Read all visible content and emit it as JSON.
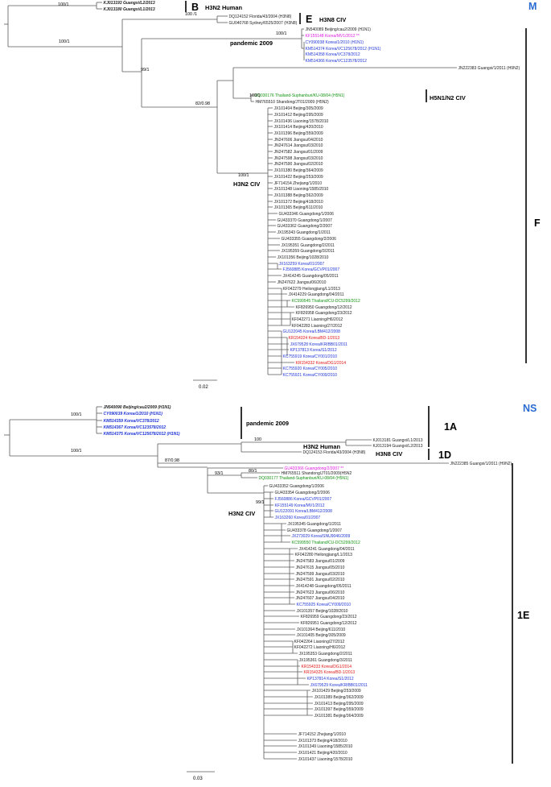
{
  "colors": {
    "black": "#222222",
    "blue": "#1f35d6",
    "magenta": "#e01be0",
    "green": "#139413",
    "red": "#e01414",
    "panel": "#2a6bd1"
  },
  "m": {
    "panel_label": "M",
    "scale_label": "0.02",
    "support": [
      "100/1",
      "100 /1",
      "100/1",
      "100/1",
      "99/1",
      "100/1",
      "82/0.98",
      "100/1"
    ],
    "clades": {
      "b_letter": "B",
      "b_name": "H3N2 Human",
      "e_letter": "E",
      "e_name": "H3N8 CIV",
      "f_letter": "F",
      "pandemic": "pandemic 2009",
      "h5n1": "H5N1/N2 CIV",
      "h3n2civ": "H3N2 CIV"
    },
    "leaves": [
      {
        "t": "KJ013193 Guangxi/L2/2013",
        "c": "black",
        "b": true
      },
      {
        "t": "KJ013180 Guangxi/L1/2013",
        "c": "black",
        "b": true
      },
      {
        "t": "DQ124152 Florida/43/2004 (H3N8)",
        "c": "black"
      },
      {
        "t": "GU040768 Sydney/6525/2007 (H3N8)",
        "c": "black"
      },
      {
        "t": "JN540089 Beijing/cau2/2009 (H1N1)",
        "c": "black"
      },
      {
        "t": "KF155148 Korea/MV1/2012 **",
        "c": "magenta"
      },
      {
        "t": "CY090038 Korea/1/2010 (H1N1)",
        "c": "blue"
      },
      {
        "t": "KM514374 Korea/VC125678/2012 (H1N1)",
        "c": "blue"
      },
      {
        "t": "KM514358 Korea/VC378/2012",
        "c": "blue"
      },
      {
        "t": "KM514366 Korea/VC123578/2012",
        "c": "blue"
      },
      {
        "t": "JN222383 Guangxi/1/2011 (H9N2)",
        "c": "black"
      },
      {
        "t": "DQ030176 Thailand-Suphanburi/KU-08/04 (H5N1)",
        "c": "green"
      },
      {
        "t": "HM765510 Shandong/JT01/2009 (H5N2)",
        "c": "black"
      },
      {
        "t": "JX101404 Beijing/305/2009",
        "c": "black"
      },
      {
        "t": "JX101412 Beijing/295/2009",
        "c": "black"
      },
      {
        "t": "JX101436 Liaoning/1578/2010",
        "c": "black"
      },
      {
        "t": "JX101414 Beijing/420/2010",
        "c": "black"
      },
      {
        "t": "JX101396 Beijing/359/2009",
        "c": "black"
      },
      {
        "t": "JN247606 Jiangsu/04/2010",
        "c": "black"
      },
      {
        "t": "JN247614 Jiangsu/03/2010",
        "c": "black"
      },
      {
        "t": "JN247582 Jiangsu/01/2009",
        "c": "black"
      },
      {
        "t": "JN247598 Jiangsu/03/2010",
        "c": "black"
      },
      {
        "t": "JN247590 Jiangsu/02/2010",
        "c": "black"
      },
      {
        "t": "JX101380 Beijing/364/2009",
        "c": "black"
      },
      {
        "t": "JX101422 Beijing/253/2009",
        "c": "black"
      },
      {
        "t": "JF714154 Zhejiang/1/2010",
        "c": "black"
      },
      {
        "t": "JX101348 Liaoning/1585/2010",
        "c": "black"
      },
      {
        "t": "JX101388 Beijing/362/2009",
        "c": "black"
      },
      {
        "t": "JX101372 Beijing/418/2010",
        "c": "black"
      },
      {
        "t": "JX101365 Beijing/611/2010",
        "c": "black"
      },
      {
        "t": "GU433346 Guangdong/1/2006",
        "c": "black"
      },
      {
        "t": "GU433370 Guangdong/1/2007",
        "c": "black"
      },
      {
        "t": "GU433362 Guangdong/2/2007",
        "c": "black"
      },
      {
        "t": "JX195343 Guangdong/1/2011",
        "c": "black"
      },
      {
        "t": "GU433355 Guangdong/2/2006",
        "c": "black"
      },
      {
        "t": "JX195351 Guangdong/2/2011",
        "c": "black"
      },
      {
        "t": "JX195359 Guangdong/3/2011",
        "c": "black"
      },
      {
        "t": "JX101356 Beijing/1028/2010",
        "c": "black"
      },
      {
        "t": "JX163259 Korea/01/2007",
        "c": "blue"
      },
      {
        "t": "FJ560885 Korea/GCVP01/2007",
        "c": "blue"
      },
      {
        "t": "JX414245 Guangdong/05/2011",
        "c": "black"
      },
      {
        "t": "JN247622 Jiangsu/06/2010",
        "c": "black"
      },
      {
        "t": "KF042279 Heilongjiang/L1/2013",
        "c": "black"
      },
      {
        "t": "JX414229 Guangdong/04/2011",
        "c": "black"
      },
      {
        "t": "KC599545 Thailand/CU-DC5299/2012",
        "c": "green"
      },
      {
        "t": "KF826950 Guangdong/12/2012",
        "c": "black"
      },
      {
        "t": "KF826958 Guangdong/23/2012",
        "c": "black"
      },
      {
        "t": "KF042271 Liaoning/H6/2012",
        "c": "black"
      },
      {
        "t": "KF042283 Liaoning/27/2012",
        "c": "black"
      },
      {
        "t": "GU122045 Korea/LBM412/2008",
        "c": "blue"
      },
      {
        "t": "KR154324 Korea/BD-1/2013",
        "c": "red"
      },
      {
        "t": "JX679528 Korea/KRIBB01/2011",
        "c": "blue"
      },
      {
        "t": "KP137813 Korea/S1/2012",
        "c": "blue"
      },
      {
        "t": "KC755919 Korea/CY001/2010",
        "c": "blue"
      },
      {
        "t": "KR154332 Korea/DG1/2014",
        "c": "red"
      },
      {
        "t": "KC755920 Korea/CY005/2010",
        "c": "blue"
      },
      {
        "t": "KC755921 Korea/CY009/2010",
        "c": "blue"
      }
    ]
  },
  "ns": {
    "panel_label": "NS",
    "scale_label": "0.03",
    "support": [
      "100/1",
      "100/1",
      "100",
      "87/0.98",
      "93/1",
      "80/1",
      "99/1"
    ],
    "clades": {
      "a_label": "1A",
      "d_label": "1D",
      "e_label": "1E",
      "pandemic": "pandemic 2009",
      "h3n2human": "H3N2 Human",
      "h3n8": "H3N8 CIV",
      "h3n2civ": "H3N2 CIV"
    },
    "leaves": [
      {
        "t": "JN540090 Beijing/cau2/2009 (H1N1)",
        "c": "black",
        "b": true
      },
      {
        "t": "CY090039 Korea/1/2010 (H1N1)",
        "c": "blue",
        "b": true
      },
      {
        "t": "KM514359 Korea/VC378/2012",
        "c": "blue",
        "b": true
      },
      {
        "t": "KM514367 Korea/VC123578/2012",
        "c": "blue",
        "b": true
      },
      {
        "t": "KM514375 Korea/VC125678/2012 (H1N1)",
        "c": "blue",
        "b": true
      },
      {
        "t": "KJ013181 Guangxi/L1/2013",
        "c": "black"
      },
      {
        "t": "KJ013194 Guangxi/L2/2013",
        "c": "black"
      },
      {
        "t": "DQ124153 Florida/43/2004 (H3N8)",
        "c": "black"
      },
      {
        "t": "JN222385 Guangxi/1/2011 (H9N2)",
        "c": "black"
      },
      {
        "t": "GU433366 Guangdong/2/2007 **",
        "c": "magenta"
      },
      {
        "t": "HM765511 Shandong/JT01/2009(H5N2",
        "c": "black"
      },
      {
        "t": "DQ030177 Thailand-Suphanburi/KU-08/04 (H5N1)",
        "c": "green"
      },
      {
        "t": "GU433352 Guangdong/1/2006",
        "c": "black"
      },
      {
        "t": "GU433354 Guangdong/2/2006",
        "c": "black"
      },
      {
        "t": "FJ560886 Korea/GCVP01/2007",
        "c": "blue"
      },
      {
        "t": "KF155149 Korea/MV1/2012",
        "c": "blue"
      },
      {
        "t": "GU122091 Korea/LBM412/2008",
        "c": "blue"
      },
      {
        "t": "JX163260 Korea/01/2007",
        "c": "blue"
      },
      {
        "t": "JX195345 Guangdong/1/2011",
        "c": "black"
      },
      {
        "t": "GU433378 Guangdong/1/2007",
        "c": "black"
      },
      {
        "t": "JX273029 Korea/SNU9046/2009",
        "c": "blue"
      },
      {
        "t": "KC599550 Thailand/CU-DC5299/2012",
        "c": "green"
      },
      {
        "t": "JX414241 Guangdong/04/2011",
        "c": "black"
      },
      {
        "t": "KF042280 Heilongjiang/L1/2013",
        "c": "black"
      },
      {
        "t": "JN247583 Jiangsu/01/2009",
        "c": "black"
      },
      {
        "t": "JN247615 Jiangsu/05/2010",
        "c": "black"
      },
      {
        "t": "JN247599 Jiangsu/03/2010",
        "c": "black"
      },
      {
        "t": "JN247591 Jiangsu/02/2010",
        "c": "black"
      },
      {
        "t": "JX414248 Guangdong/05/2011",
        "c": "black"
      },
      {
        "t": "JN247623 Jiangsu/06/2010",
        "c": "black"
      },
      {
        "t": "JN247607 Jiangsu/04/2010",
        "c": "black"
      },
      {
        "t": "KC755925 Korea/CY009/2010",
        "c": "blue"
      },
      {
        "t": "JX101357 Beijing/1028/2010",
        "c": "black"
      },
      {
        "t": "KF826959 Guangdong/23/2012",
        "c": "black"
      },
      {
        "t": "KF826951 Guangdong/12/2012",
        "c": "black"
      },
      {
        "t": "JX101364 Beijing/611/2010",
        "c": "black"
      },
      {
        "t": "JX101405 Beijing/305/2009",
        "c": "black"
      },
      {
        "t": "KF042264 Liaoning/27/2012",
        "c": "black"
      },
      {
        "t": "KF042272 Liaoning/H6/2012",
        "c": "black"
      },
      {
        "t": "JX195353 Guangdong/2/2011",
        "c": "black"
      },
      {
        "t": "JX195361 Guangdong/3/2011",
        "c": "black"
      },
      {
        "t": "KR154333 Korea/DG1/2014",
        "c": "red"
      },
      {
        "t": "KR154325 Korea/BD-1/2013",
        "c": "red"
      },
      {
        "t": "KP137814 Korea/S1/2012",
        "c": "blue"
      },
      {
        "t": "JX679529 Korea/KRIBB01/2011",
        "c": "blue"
      },
      {
        "t": "JX101429 Beijing/253/2009",
        "c": "black"
      },
      {
        "t": "JX101389 Beijing/362/2009",
        "c": "black"
      },
      {
        "t": "JX101413 Beijing/295/2009",
        "c": "black"
      },
      {
        "t": "JX101397 Beijing/359/2009",
        "c": "black"
      },
      {
        "t": "JX101381 Beijing/364/2009",
        "c": "black"
      },
      {
        "t": "JF714152 Zhejiang/1/2010",
        "c": "black"
      },
      {
        "t": "JX101373 Beijing/418/2010",
        "c": "black"
      },
      {
        "t": "JX101349 Liaoning/1585/2010",
        "c": "black"
      },
      {
        "t": "JX101421 Beijing/420/2010",
        "c": "black"
      },
      {
        "t": "JX101437 Liaoning/1578/2010",
        "c": "black"
      }
    ]
  }
}
